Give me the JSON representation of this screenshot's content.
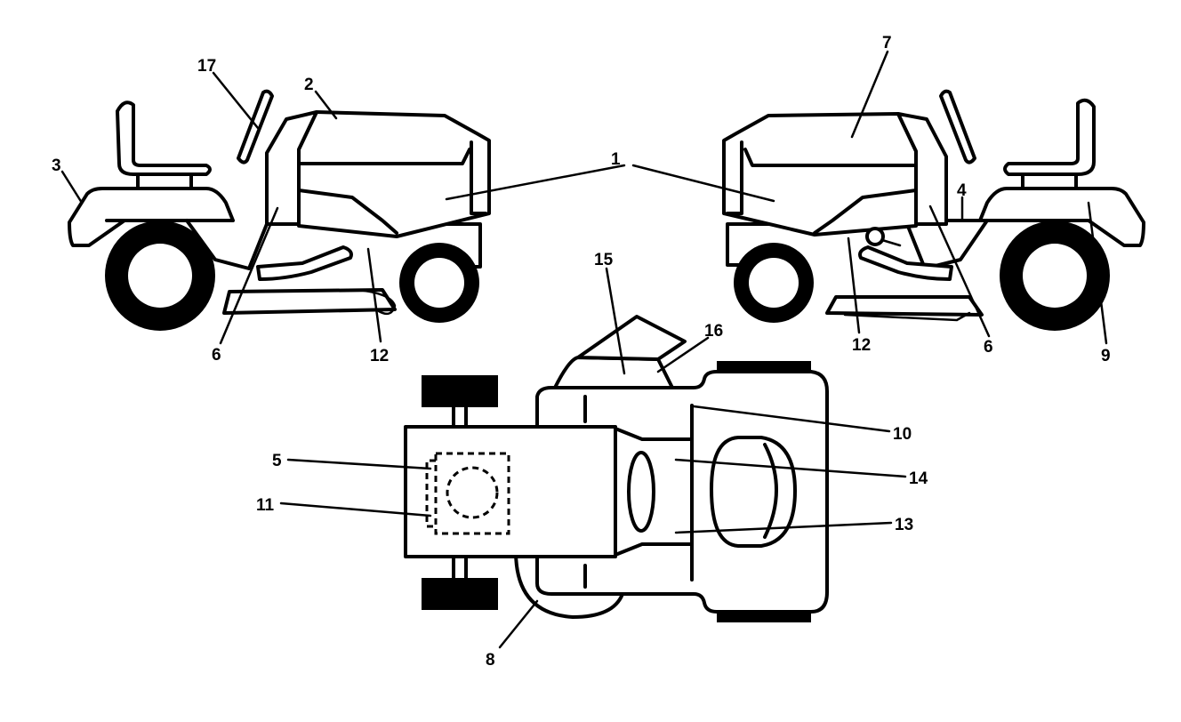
{
  "callouts": [
    {
      "id": "1",
      "text": "1"
    },
    {
      "id": "2",
      "text": "2"
    },
    {
      "id": "3",
      "text": "3"
    },
    {
      "id": "4",
      "text": "4"
    },
    {
      "id": "5",
      "text": "5"
    },
    {
      "id": "6a",
      "text": "6"
    },
    {
      "id": "6b",
      "text": "6"
    },
    {
      "id": "7",
      "text": "7"
    },
    {
      "id": "8",
      "text": "8"
    },
    {
      "id": "9",
      "text": "9"
    },
    {
      "id": "10",
      "text": "10"
    },
    {
      "id": "11",
      "text": "11"
    },
    {
      "id": "12a",
      "text": "12"
    },
    {
      "id": "12b",
      "text": "12"
    },
    {
      "id": "13",
      "text": "13"
    },
    {
      "id": "14",
      "text": "14"
    },
    {
      "id": "15",
      "text": "15"
    },
    {
      "id": "16",
      "text": "16"
    },
    {
      "id": "17",
      "text": "17"
    }
  ]
}
